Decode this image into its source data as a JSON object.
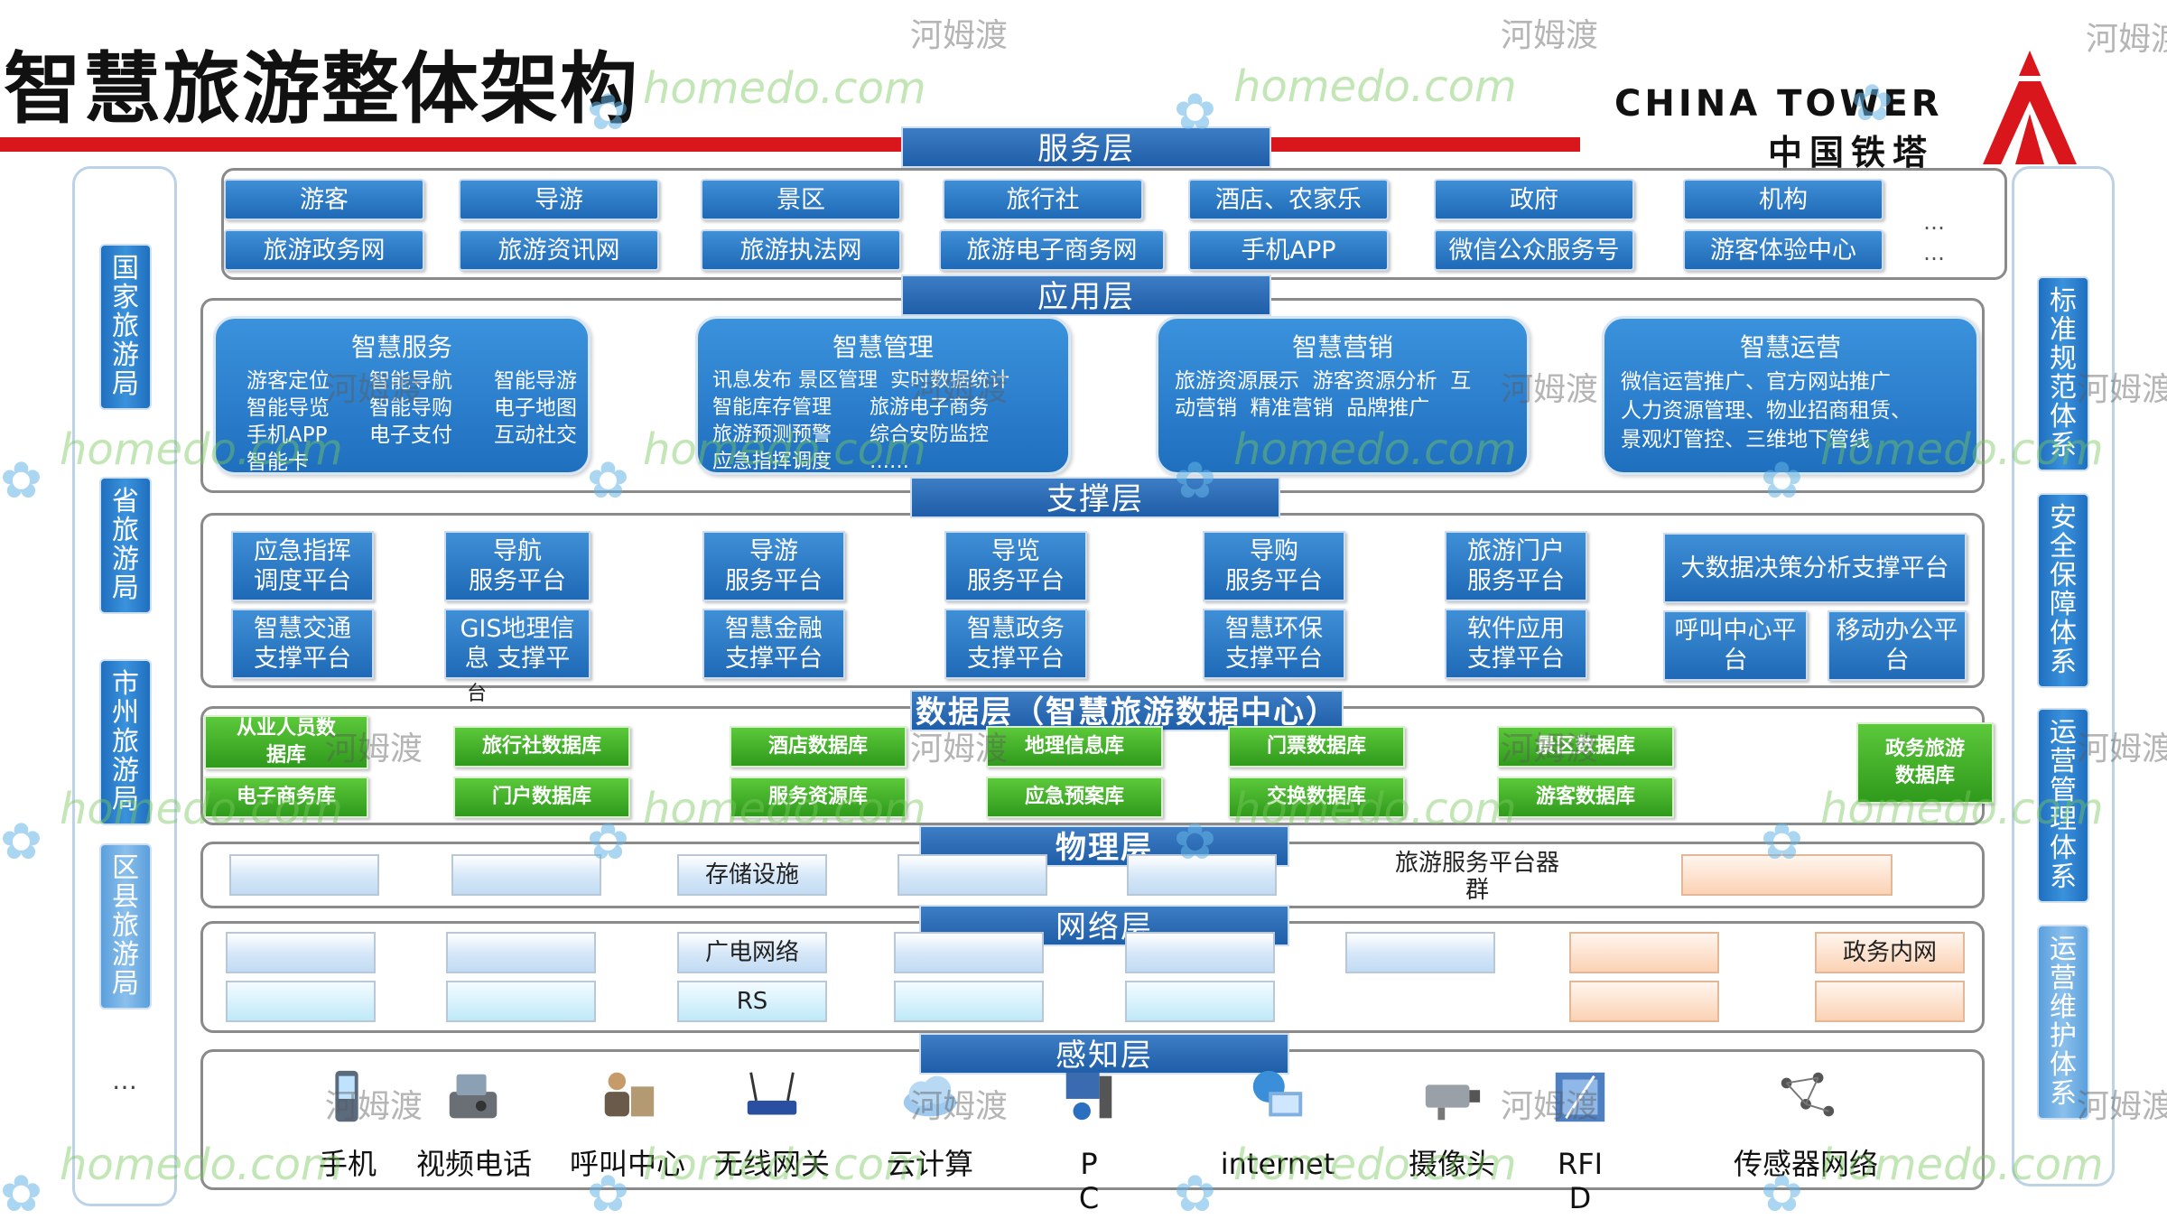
{
  "title": "智慧旅游整体架构",
  "brand": {
    "en": "CHINA TOWER",
    "zh": "中国铁塔"
  },
  "colors": {
    "red_bar": "#d9161c",
    "blue": "#1f69b6",
    "green": "#2f9a1c",
    "peach": "#fbd2b4"
  },
  "watermark": {
    "latin": "homedo.com",
    "cjk": "河姆渡"
  },
  "left_column": {
    "items": [
      "国家旅游局",
      "省旅游局",
      "市州旅游局",
      "区县旅游局"
    ],
    "more": "…"
  },
  "right_column": {
    "items": [
      "标准规范体系",
      "安全保障体系",
      "运营管理体系",
      "运营维护体系"
    ]
  },
  "service_layer": {
    "title": "服务层",
    "row1": [
      "游客",
      "导游",
      "景区",
      "旅行社",
      "酒店、农家乐",
      "政府",
      "机构"
    ],
    "row2": [
      "旅游政务网",
      "旅游资讯网",
      "旅游执法网",
      "旅游电子商务网",
      "手机APP",
      "微信公众服务号",
      "游客体验中心"
    ],
    "more": "…"
  },
  "application_layer": {
    "title": "应用层",
    "panels": [
      {
        "title": "智慧服务",
        "col1": "游客定位\n智能导览\n手机APP\n智能卡",
        "col2": "智能导航\n智能导购\n电子支付",
        "col3": "智能导游\n电子地图\n互动社交"
      },
      {
        "title": "智慧管理",
        "col1": "讯息发布 景区管理  实时数据统计\n智能库存管理      旅游电子商务\n旅游预测预警      综合安防监控\n应急指挥调度      ……"
      },
      {
        "title": "智慧营销",
        "col1": "旅游资源展示  游客资源分析  互\n动营销  精准营销  品牌推广"
      },
      {
        "title": "智慧运营",
        "col1": "微信运营推广、官方网站推广\n人力资源管理、物业招商租赁、\n景观灯管控、三维地下管线"
      }
    ]
  },
  "support_layer": {
    "title": "支撑层",
    "platforms": [
      "应急指挥\n调度平台",
      "导航\n服务平台",
      "导游\n服务平台",
      "导览\n服务平台",
      "导购\n服务平台",
      "旅游门户\n服务平台",
      "智慧交通\n支撑平台",
      "GIS地理信\n息 支撑平",
      "智慧金融\n支撑平台",
      "智慧政务\n支撑平台",
      "智慧环保\n支撑平台",
      "软件应用\n支撑平台"
    ],
    "overflow_char": "台",
    "bigdata": "大数据决策分析支撑平台",
    "callcenter": "呼叫中心平\n台",
    "mobile": "移动办公平\n台"
  },
  "data_layer": {
    "title": "数据层（智慧旅游数据中心）",
    "row1": [
      "从业人员数\n据库",
      "旅行社数据库",
      "酒店数据库",
      "地理信息库",
      "门票数据库",
      "景区数据库"
    ],
    "row2": [
      "电子商务库",
      "门户数据库",
      "服务资源库",
      "应急预案库",
      "交换数据库",
      "游客数据库"
    ],
    "gov": "政务旅游\n数据库"
  },
  "physical_layer": {
    "title": "物理层",
    "storage": "存储设施",
    "server": "旅游服务平台器\n群"
  },
  "network_layer": {
    "title": "网络层",
    "broadcast": "广电网络",
    "rs": "RS",
    "gov": "政务内网"
  },
  "perception_layer": {
    "title": "感知层",
    "items": [
      {
        "label": "手机",
        "icon": "mobile-phone-icon"
      },
      {
        "label": "视频电话",
        "icon": "video-phone-icon"
      },
      {
        "label": "呼叫中心",
        "icon": "call-center-icon"
      },
      {
        "label": "无线网关",
        "icon": "wireless-router-icon"
      },
      {
        "label": "云计算",
        "icon": "cloud-icon"
      },
      {
        "label": "P\nC",
        "icon": "pc-icon"
      },
      {
        "label": "internet",
        "icon": "globe-icon"
      },
      {
        "label": "摄像头",
        "icon": "camera-icon"
      },
      {
        "label": "RFI\nD",
        "icon": "rfid-icon"
      },
      {
        "label": "传感器网络",
        "icon": "sensor-network-icon"
      }
    ]
  }
}
